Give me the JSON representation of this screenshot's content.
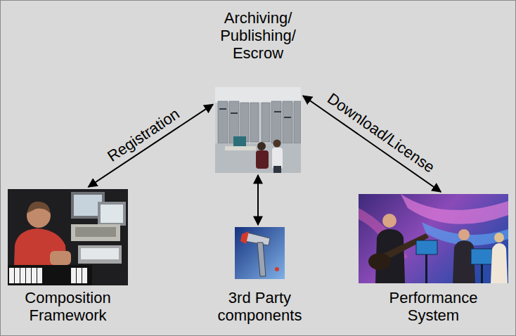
{
  "diagram": {
    "nodes": [
      {
        "text": [
          "Archiving/ Publishing/ Escrow"
        ]
      },
      {
        "text": [
          "Composition Framework"
        ]
      },
      {
        "text": [
          "3rd Party components"
        ]
      },
      {
        "text": [
          "Performance System"
        ]
      }
    ],
    "edges": [
      {
        "from": 1,
        "to": 0,
        "label": "Registration",
        "arrow": "both"
      },
      {
        "from": 0,
        "to": 3,
        "label": "Download/License",
        "arrow": "both"
      },
      {
        "from": 0,
        "to": 2,
        "arrow": "both"
      }
    ]
  }
}
